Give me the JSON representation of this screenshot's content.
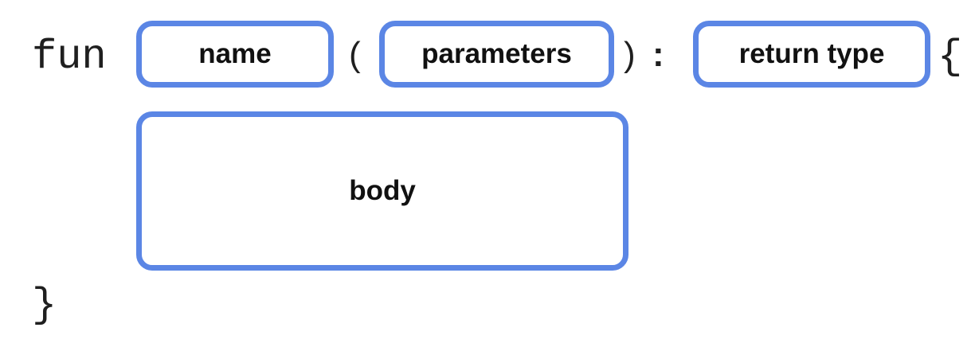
{
  "diagram": {
    "keyword": "fun",
    "open_paren": "(",
    "close_paren": ")",
    "colon": ":",
    "open_brace": "{",
    "close_brace": "}",
    "boxes": {
      "name": "name",
      "parameters": "parameters",
      "return_type": "return type",
      "body": "body"
    },
    "colors": {
      "box_border": "#5b86e5",
      "text": "#111111",
      "background": "#ffffff"
    }
  }
}
